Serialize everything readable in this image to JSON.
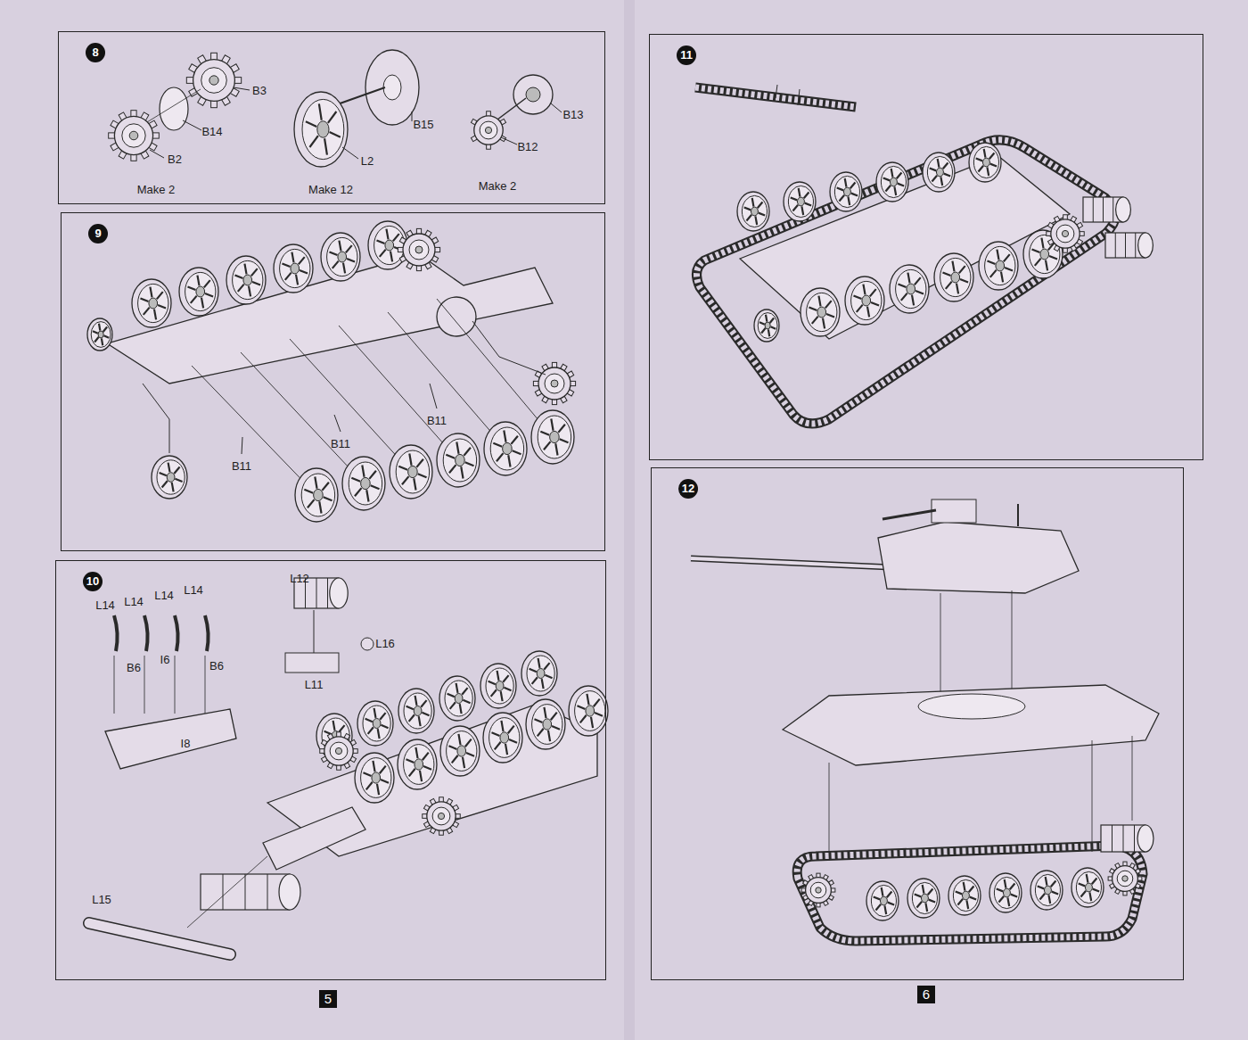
{
  "diagram": {
    "nodes": [
      {
        "text": [
          "8"
        ]
      },
      {
        "text": [
          "9"
        ]
      },
      {
        "text": [
          "10"
        ]
      },
      {
        "text": [
          "5"
        ]
      },
      {
        "text": [
          "11"
        ]
      },
      {
        "text": [
          "12"
        ]
      },
      {
        "text": [
          "6"
        ]
      }
    ],
    "labels": [
      "B3",
      "B14",
      "B2",
      "Make 2",
      "B15",
      "L2",
      "Make 12",
      "B13",
      "B12",
      "Make 2",
      "B11",
      "B11",
      "B11",
      "L14",
      "L14",
      "L14",
      "L14",
      "B6",
      "I6",
      "B6",
      "I8",
      "L12",
      "L16",
      "L11",
      "L15"
    ]
  }
}
